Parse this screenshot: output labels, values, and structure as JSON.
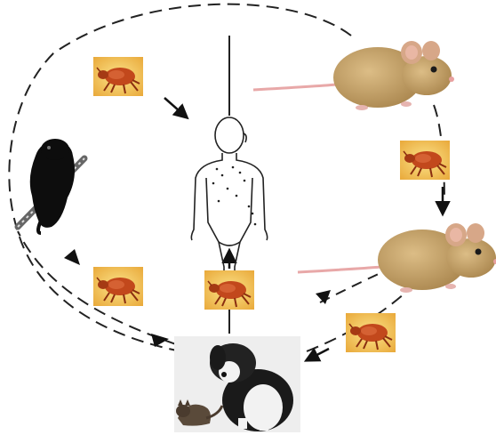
{
  "diagram": {
    "nodes": [
      {
        "id": "mouse-top",
        "icon": "mouse-icon"
      },
      {
        "id": "mouse-right",
        "icon": "mouse-icon"
      },
      {
        "id": "human",
        "icon": "human-figure-icon"
      },
      {
        "id": "rat",
        "icon": "rat-on-branch-icon"
      },
      {
        "id": "dog-and-cat",
        "icon": "dog-and-cat-icon"
      }
    ],
    "vectors": [
      {
        "id": "flea-1",
        "icon": "flea-icon"
      },
      {
        "id": "flea-2",
        "icon": "flea-icon"
      },
      {
        "id": "flea-3",
        "icon": "flea-icon"
      },
      {
        "id": "flea-4",
        "icon": "flea-icon"
      },
      {
        "id": "flea-5",
        "icon": "flea-icon"
      }
    ],
    "colors": {
      "flea_tile_bg": "#f4c84a",
      "flea_body": "#c2481c",
      "mouse_fur": "#c8a468",
      "mouse_tail": "#e8a8a8",
      "line": "#222222"
    }
  }
}
